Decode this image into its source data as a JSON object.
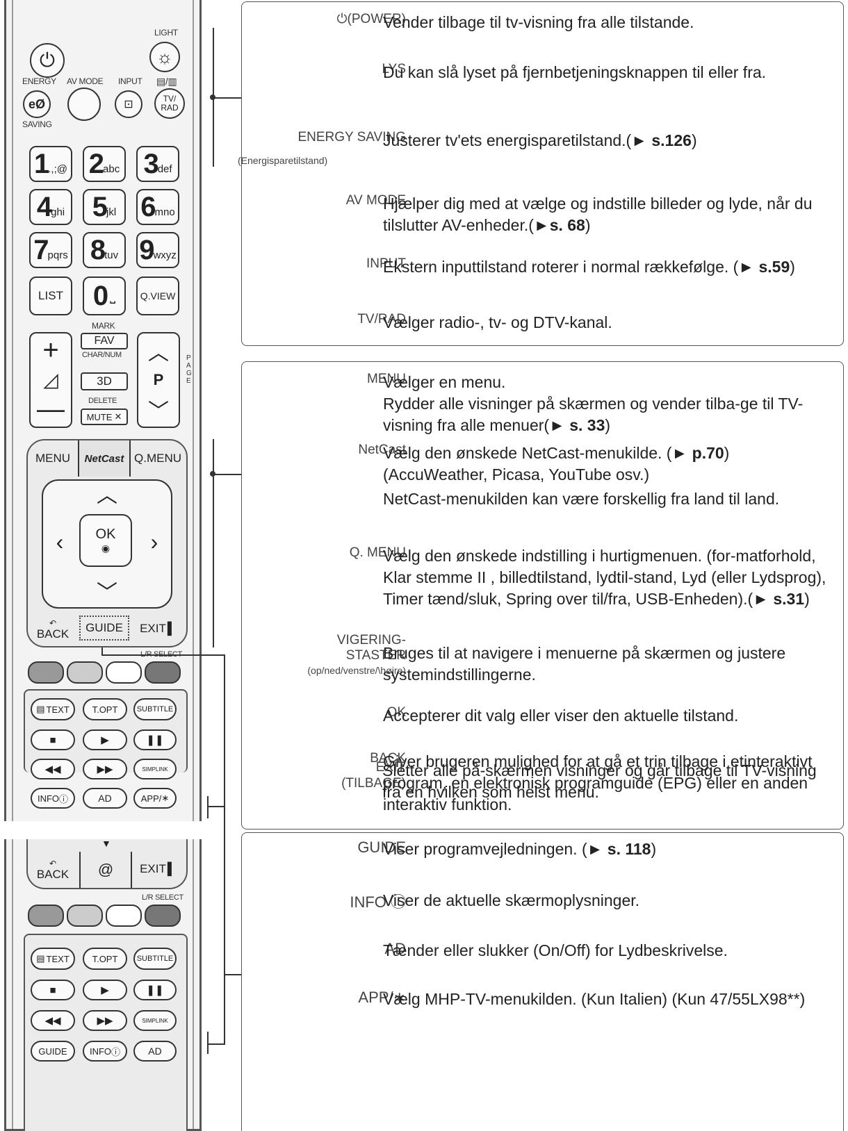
{
  "remote": {
    "light": "LIGHT",
    "energy": "ENERGY",
    "saving": "SAVING",
    "av_mode": "AV MODE",
    "input": "INPUT",
    "tvrad_top": "▤/▥",
    "tv": "TV/",
    "rad": "RAD",
    "numbers": [
      {
        "d": "1",
        "s": ".,;@"
      },
      {
        "d": "2",
        "s": "abc"
      },
      {
        "d": "3",
        "s": "def"
      },
      {
        "d": "4",
        "s": "ghi"
      },
      {
        "d": "5",
        "s": "jkl"
      },
      {
        "d": "6",
        "s": "mno"
      },
      {
        "d": "7",
        "s": "pqrs"
      },
      {
        "d": "8",
        "s": "tuv"
      },
      {
        "d": "9",
        "s": "wxyz"
      }
    ],
    "list": "LIST",
    "zero": "0",
    "qview": "Q.VIEW",
    "mark": "MARK",
    "fav": "FAV",
    "charnum": "CHAR/NUM",
    "threed": "3D",
    "delete": "DELETE",
    "mute": "MUTE",
    "p": "P",
    "page": "PAGE",
    "menu": "MENU",
    "netcast": "NetCast",
    "qmenu": "Q.MENU",
    "ok": "OK",
    "back": "BACK",
    "guide": "GUIDE",
    "exit": "EXIT",
    "lr_select": "L/R SELECT",
    "text": "TEXT",
    "topt": "T.OPT",
    "subtitle": "SUBTITLE",
    "simplink": "SIMPLINK",
    "info": "INFO",
    "ad": "AD",
    "app": "APP/",
    "at": "@"
  },
  "section1": [
    {
      "key": "⏻(POWER)",
      "text": "Vender tilbage til tv-visning fra alle tilstande."
    },
    {
      "key": "LYS",
      "text": "Du kan slå lyset på fjernbetjeningsknappen til eller fra."
    },
    {
      "key": "ENERGY SAVING",
      "sub": "(Energisparetilstand)",
      "text": "Justerer tv'ets energisparetilstand.(",
      "ref": "s.126",
      "tail": ")"
    },
    {
      "key": "AV MODE",
      "text": "Hjælper dig med at vælge og indstille billeder og lyde, når du tilslutter AV-enheder.(",
      "ref": "s. 68",
      "tail": ")"
    },
    {
      "key": "INPUT",
      "text": "Ekstern inputtilstand roterer i normal rækkefølge. (",
      "ref": "s.59",
      "tail": ")"
    },
    {
      "key": "TV/RAD",
      "text": "Vælger radio-, tv- og DTV-kanal."
    }
  ],
  "section2": [
    {
      "key": "MENU",
      "text": "Vælger en menu.",
      "text2": "Rydder alle visninger på skærmen og vender tilba-ge til TV-visning fra alle menuer(",
      "ref": "s. 33",
      "tail": ")"
    },
    {
      "key": "NetCast",
      "text": "Vælg den ønskede NetCast-menukilde. (",
      "ref": "p.70",
      "tail": ")",
      "text2": "(AccuWeather, Picasa, YouTube osv.)",
      "text3": "NetCast-menukilden kan være forskellig fra land til land."
    },
    {
      "key": "Q. MENU",
      "text": "Vælg den ønskede indstilling i hurtigmenuen. (for-matforhold, Klar stemme II , billedtilstand, lydtil-stand, Lyd (eller Lydsprog), Timer tænd/sluk, Spring over til/fra, USB-Enheden).(",
      "ref": "s.31",
      "tail": ")"
    },
    {
      "key": "VIGERING-",
      "key2": "STASTER",
      "sub": "(op/ned/venstre/\\højre)",
      "text": "Bruges til at navigere i menuerne på skærmen og justere systemindstillingerne."
    },
    {
      "key": "OK",
      "text": "Accepterer dit valg eller viser den aktuelle tilstand."
    },
    {
      "key": "BACK",
      "sub": "(TILBAGE)",
      "text": "Giver brugeren mulighed for at gå et trin tilbage i etinteraktivt program, en elektronisk programguide (EPG) eller en anden interaktiv funktion."
    },
    {
      "key": "EXIT",
      "text": "Sletter alle på-skærmen visninger og går tilbage til TV-visning fra en hvilken som helst menu."
    }
  ],
  "section3": [
    {
      "key": "GUIDE",
      "text": "Viser programvejledningen. (",
      "ref": "s. 118",
      "tail": ")"
    },
    {
      "key": "INFO ⓘ",
      "text": "Viser de aktuelle skærmoplysninger."
    },
    {
      "key": "AD",
      "text": "Tænder eller slukker (On/Off) for Lydbeskrivelse."
    },
    {
      "key": "APP/∗",
      "text": "Vælg MHP-TV-menukilden. (Kun Italien) (Kun 47/55LX98**)"
    }
  ]
}
